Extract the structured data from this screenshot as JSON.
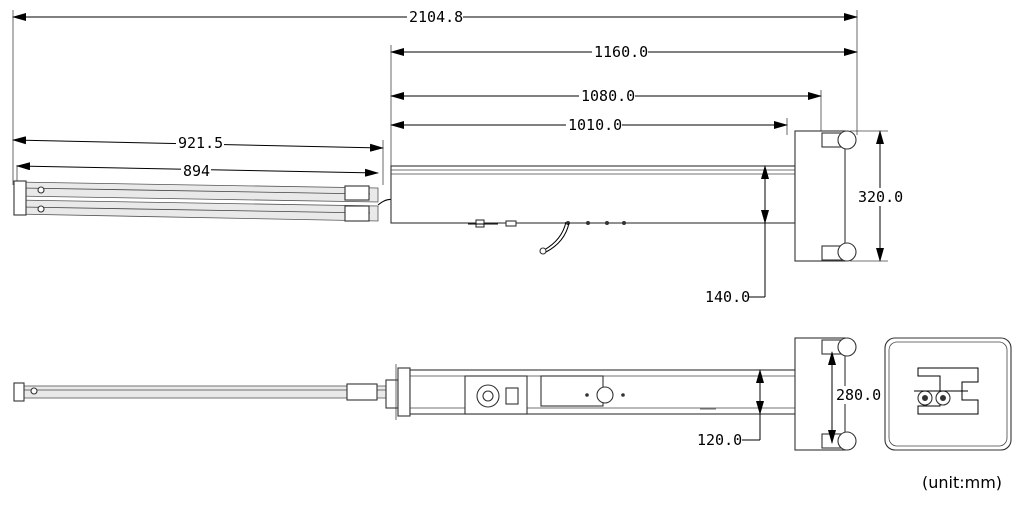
{
  "dimensions": {
    "overall_length": "2104.8",
    "dim_1160": "1160.0",
    "dim_1080": "1080.0",
    "dim_1010": "1010.0",
    "dim_921": "921.5",
    "dim_894": "894",
    "dim_320": "320.0",
    "dim_140": "140.0",
    "dim_280": "280.0",
    "dim_120": "120.0"
  },
  "unit_note": "(unit:mm)",
  "colors": {
    "line": "#000000",
    "part_fill": "#e9e9e9",
    "background": "#ffffff"
  }
}
